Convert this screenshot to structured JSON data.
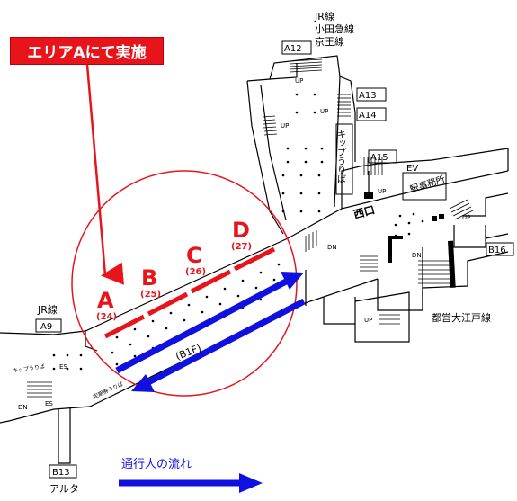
{
  "banner": {
    "text": "エリアAにて実施"
  },
  "areas": [
    {
      "letter": "A",
      "number": "(24)"
    },
    {
      "letter": "B",
      "number": "(25)"
    },
    {
      "letter": "C",
      "number": "(26)"
    },
    {
      "letter": "D",
      "number": "(27)"
    }
  ],
  "lines": {
    "jr_odakyu_keio": [
      "JR線",
      "小田急線",
      "京王線"
    ],
    "jr_left": "JR線",
    "toei_oedo": "都営大江戸線"
  },
  "exits": {
    "a12": "A12",
    "a13": "A13",
    "a14": "A14",
    "a15": "A15",
    "a9": "A9",
    "b16": "B16",
    "b13": "B13"
  },
  "labels": {
    "ev": "EV",
    "station_office": "駅事務所",
    "west_exit": "西口",
    "alta": "アルタ",
    "kippu_uriba": "キップうりば",
    "kippu_uriba_small": "キップうりば",
    "teikiken_uriba": "定期券うりば",
    "b1f": "(B1F)",
    "up": "UP",
    "dn": "DN",
    "es": "ES"
  },
  "legend": {
    "flow": "通行人の流れ"
  },
  "colors": {
    "highlight_red": "#e8141c",
    "flow_blue": "#1010e0",
    "map_line": "#000000"
  }
}
